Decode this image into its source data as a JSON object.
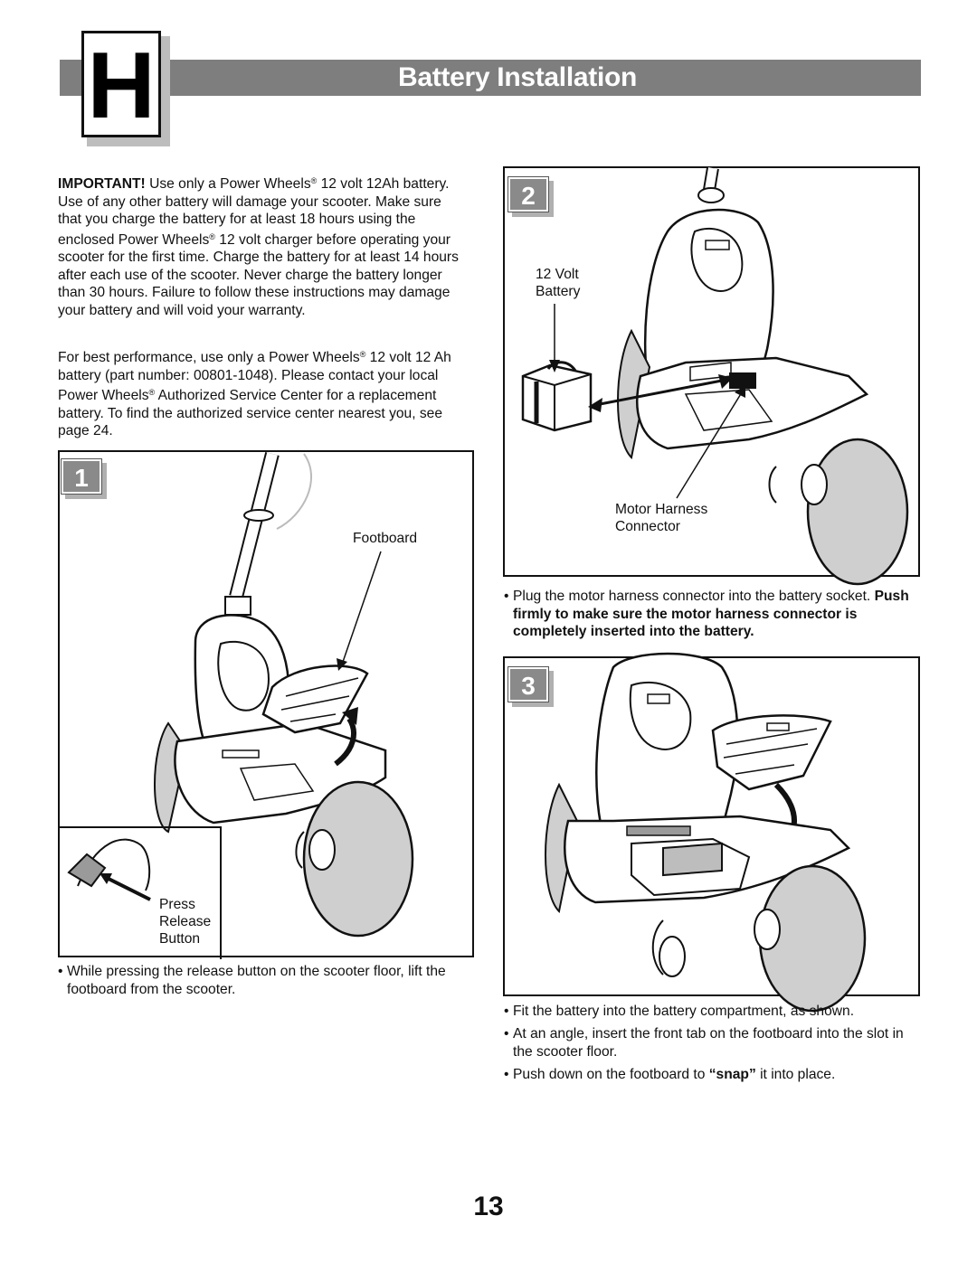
{
  "header": {
    "section_letter": "H",
    "title": "Battery Installation"
  },
  "intro": {
    "important_lead": "IMPORTANT!",
    "important_text": [
      "Use only a Power Wheels",
      "12 volt 12Ah battery. Use of any other battery will damage your scooter. Make sure that you charge the battery for at least 18 hours using the enclosed Power Wheels",
      "12 volt charger before operating your scooter for the first time. Charge the battery for at least 14 hours after each use of the scooter. Never charge the battery longer than 30 hours. Failure to follow these instructions may damage your battery and will void your warranty."
    ],
    "best_performance": [
      "For best performance, use only a Power Wheels",
      "12 volt 12 Ah battery (part number: 00801-1048). Please contact your local Power Wheels",
      "Authorized Service Center for a replacement battery. To find the authorized service center nearest you, see page 24."
    ],
    "registered_mark": "®"
  },
  "step1": {
    "number": "1",
    "label_footboard": "Footboard",
    "label_press": "Press",
    "label_release": "Release",
    "label_button": "Button",
    "bullet": "While pressing the release button on the scooter floor, lift the footboard from the scooter."
  },
  "step2": {
    "number": "2",
    "label_volt": "12 Volt",
    "label_battery": "Battery",
    "label_motor_harness": "Motor Harness",
    "label_connector": "Connector",
    "bullet_normal": "Plug the motor harness connector into the battery socket.",
    "bullet_bold": "Push firmly to make sure the motor harness connector is completely inserted into the battery."
  },
  "step3": {
    "number": "3",
    "bullets": [
      "Fit the battery into the battery compartment, as shown.",
      "At an angle, insert the front tab on the footboard into the slot in the scooter floor."
    ],
    "snap_before": "Push down on the footboard to ",
    "snap_word": "“snap”",
    "snap_after": " it into place."
  },
  "page_number": "13",
  "bullet_glyph": "•"
}
